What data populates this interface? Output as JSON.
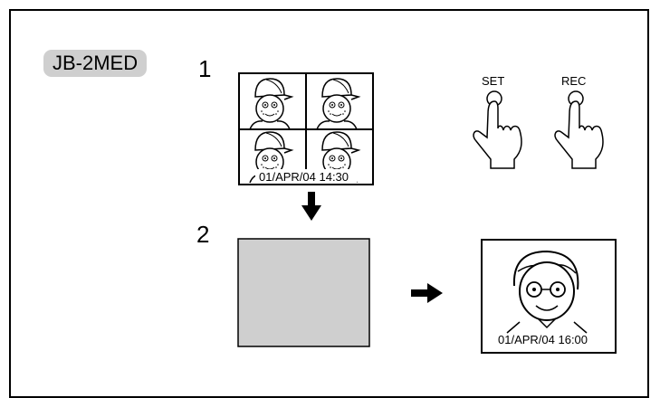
{
  "model": {
    "label": "JB-2MED"
  },
  "steps": {
    "step1": "1",
    "step2": "2"
  },
  "quad_view": {
    "timestamp": "01/APR/04 14:30"
  },
  "buttons": {
    "set_label": "SET",
    "rec_label": "REC"
  },
  "result_view": {
    "timestamp": "01/APR/04 16:00"
  },
  "colors": {
    "badge_bg": "#cfcfcf",
    "blank_screen": "#cfcfcf",
    "stroke": "#000000"
  }
}
